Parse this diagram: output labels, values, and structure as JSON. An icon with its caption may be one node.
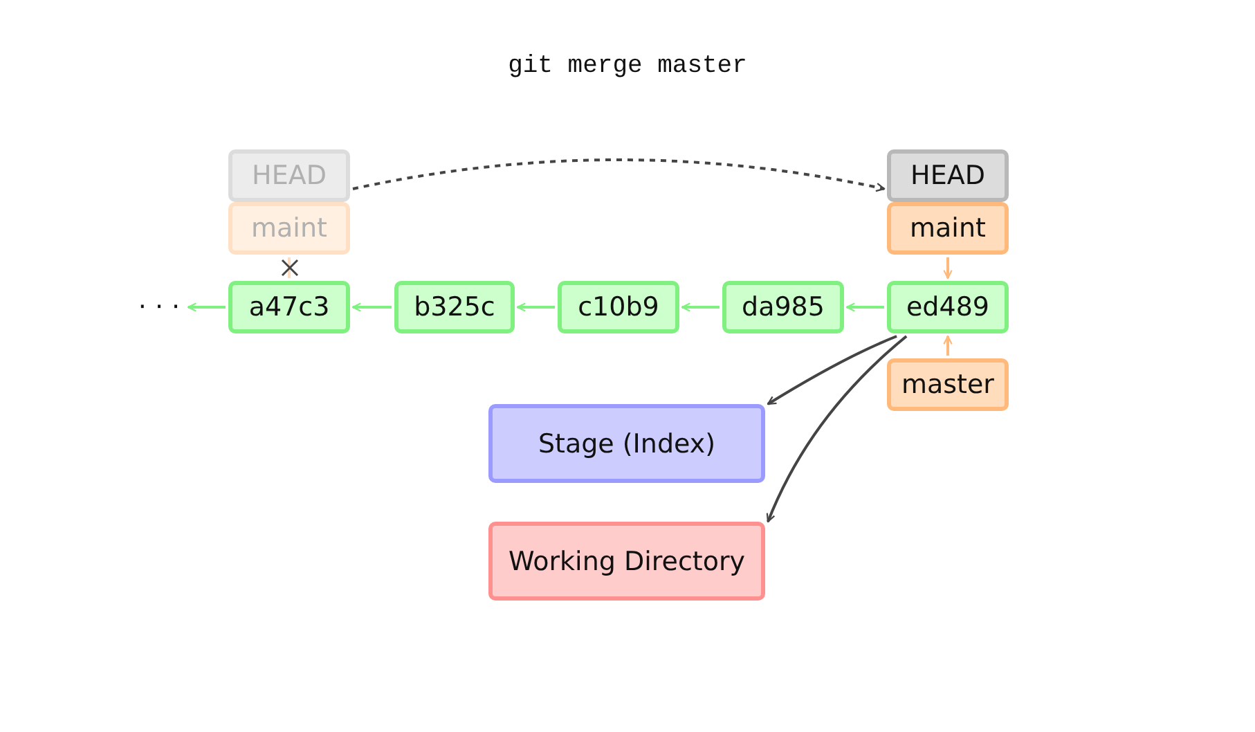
{
  "diagram": {
    "title": "git merge master",
    "nodes": [
      {
        "text": [
          "HEAD"
        ]
      },
      {
        "text": [
          "maint"
        ]
      },
      {
        "text": [
          "HEAD"
        ]
      },
      {
        "text": [
          "maint"
        ]
      },
      {
        "text": [
          "a47c3"
        ]
      },
      {
        "text": [
          "b325c"
        ]
      },
      {
        "text": [
          "c10b9"
        ]
      },
      {
        "text": [
          "da985"
        ]
      },
      {
        "text": [
          "ed489"
        ]
      },
      {
        "text": [
          "master"
        ]
      },
      {
        "text": [
          "Stage (Index)"
        ]
      },
      {
        "text": [
          "Working Directory"
        ]
      },
      {
        "text": [
          "· · ·"
        ]
      }
    ],
    "edges": [
      {
        "from": 0,
        "to": 2,
        "arrow": "to",
        "style": "dashed",
        "color": "#444444"
      },
      {
        "from": 1,
        "to": 4,
        "arrow": "none",
        "color": "#ffdcc0"
      },
      {
        "from": 3,
        "to": 8,
        "arrow": "to",
        "color": "#ffb97a"
      },
      {
        "from": 9,
        "to": 8,
        "arrow": "to",
        "color": "#ffb97a"
      },
      {
        "from": 8,
        "to": 7,
        "arrow": "to"
      },
      {
        "from": 7,
        "to": 6,
        "arrow": "to"
      },
      {
        "from": 6,
        "to": 5,
        "arrow": "to"
      },
      {
        "from": 5,
        "to": 4,
        "arrow": "to"
      },
      {
        "from": 4,
        "to": 12,
        "arrow": "to"
      },
      {
        "from": 8,
        "to": 10,
        "arrow": "to",
        "color": "#444444"
      },
      {
        "from": 8,
        "to": 11,
        "arrow": "to",
        "color": "#444444"
      }
    ]
  }
}
